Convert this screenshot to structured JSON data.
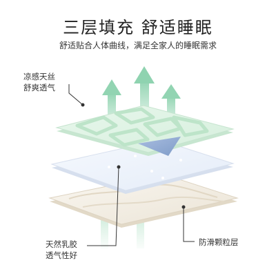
{
  "heading": {
    "title": "三层填充 舒适睡眠",
    "subtitle": "舒适贴合人体曲线，满足全家人的睡眠需求"
  },
  "callouts": {
    "top_left": {
      "line1": "凉感天丝",
      "line2": "舒爽透气"
    },
    "bottom_left": {
      "line1": "天然乳胶",
      "line2": "透气性好"
    },
    "bottom_right": {
      "line1": "防滑颗粒层"
    }
  },
  "colors": {
    "arrow_green": "#9fd8b8",
    "top_layer": "#dff3e4",
    "top_pattern": "#b8e3c6",
    "blue_underside": "#8fa9d0",
    "middle_layer": "#eef3fb",
    "bottom_layer": "#f4efe6"
  }
}
